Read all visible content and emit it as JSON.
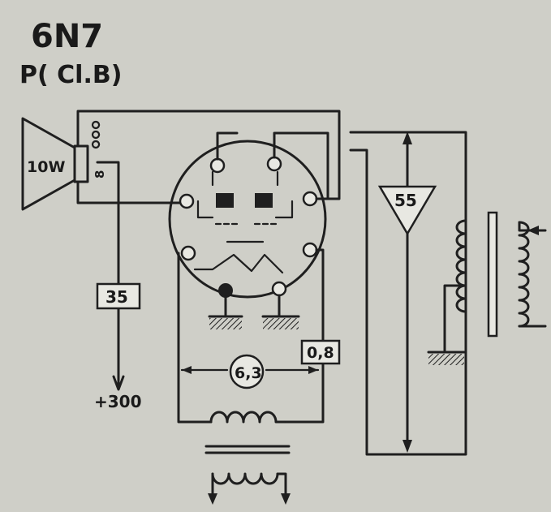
{
  "title": {
    "tube": "6N7",
    "mode": "P( Cl.B)"
  },
  "labels": {
    "speaker_power": "10W",
    "speaker_impedance": "8",
    "resistor_35": "35",
    "supply": "+300",
    "heater_voltage": "6,3",
    "heater_current": "0,8",
    "triangle_55": "55"
  },
  "colors": {
    "background": "#cfcfc8",
    "ink": "#1f1f1f"
  }
}
